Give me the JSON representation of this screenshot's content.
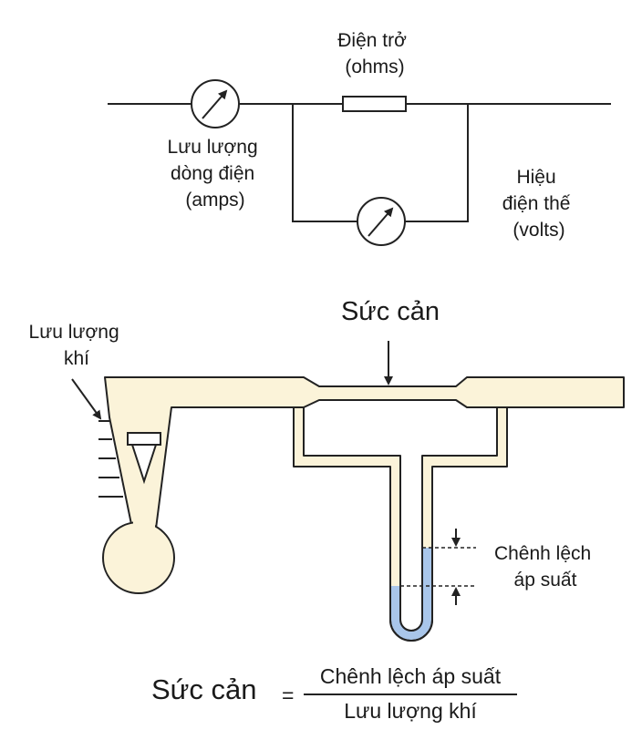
{
  "circuit": {
    "resistor_label": [
      "Điện trở",
      "(ohms)"
    ],
    "current_label": [
      "Lưu lượng",
      "dòng điện",
      "(amps)"
    ],
    "voltage_label": [
      "Hiệu",
      "điện thế",
      "(volts)"
    ]
  },
  "airway": {
    "title": "Sức cản",
    "airflow_label": [
      "Lưu lượng",
      "khí"
    ],
    "pressure_label": [
      "Chênh lệch",
      "áp suất"
    ]
  },
  "formula": {
    "lhs": "Sức cản",
    "equals": "=",
    "numerator": "Chênh lệch áp suất",
    "denominator": "Lưu lượng khí"
  },
  "colors": {
    "tube_fill": "#fbf3d9",
    "liquid": "#a9c6ea",
    "line": "#222222"
  }
}
